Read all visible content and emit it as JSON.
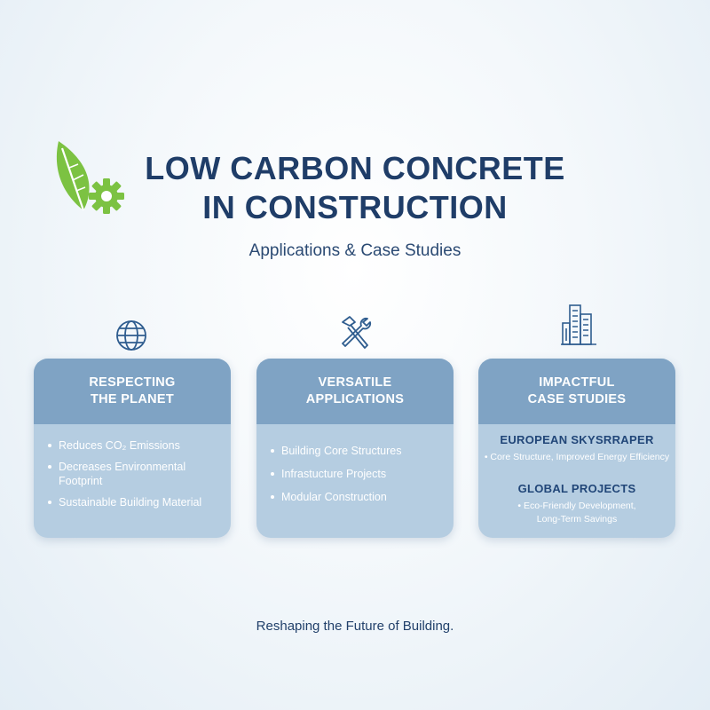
{
  "title_line1": "LOW CARBON CONCRETE",
  "title_line2": "IN CONSTRUCTION",
  "subtitle": "Applications & Case Studies",
  "footer": "Reshaping the Future of Building.",
  "colors": {
    "title": "#1f3d68",
    "card_header": "#7fa3c4",
    "card_body": "#b5cde1",
    "leaf_green": "#6bb83a",
    "icon_blue": "#2f5d8f"
  },
  "icons": {
    "logo": "leaf-gear-icon",
    "col1": "globe-icon",
    "col2": "hammer-wrench-icon",
    "col3": "city-buildings-icon"
  },
  "cards": [
    {
      "title": [
        "RESPECTING",
        "THE PLANET"
      ],
      "bullets": [
        "Reduces CO₂ Emissions",
        "Decreases Environmental Footprint",
        "Sustainable Building Material"
      ]
    },
    {
      "title": [
        "VERSATILE",
        "APPLICATIONS"
      ],
      "bullets": [
        "Building Core Structures",
        "Infrastucture Projects",
        "Modular Construction"
      ]
    },
    {
      "title": [
        "IMPACTFUL",
        "CASE STUDIES"
      ],
      "cases": [
        {
          "heading": "EUROPEAN SKYSRRAPER",
          "lines": [
            "• Core Structure, Improved Energy Efficiency"
          ]
        },
        {
          "heading": "GLOBAL PROJECTS",
          "lines": [
            "• Eco-Friendly Development,",
            "Long-Term Savings"
          ]
        }
      ]
    }
  ]
}
